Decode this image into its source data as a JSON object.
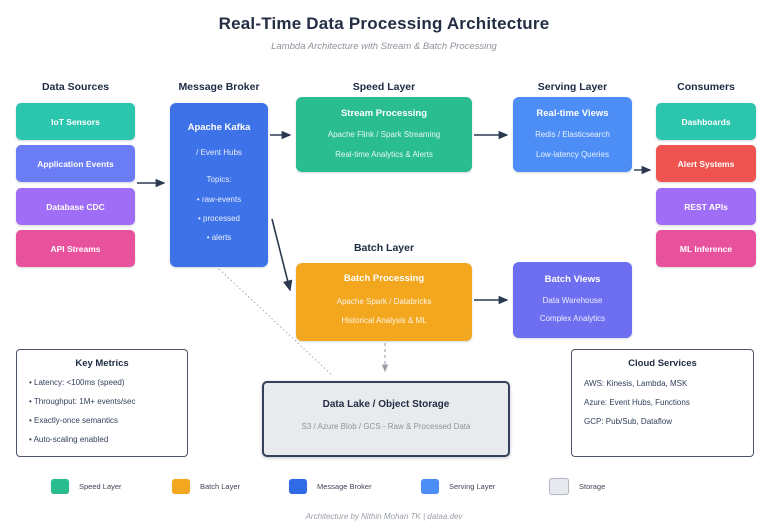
{
  "title": "Real-Time Data Processing Architecture",
  "subtitle": "Lambda Architecture with Stream & Batch Processing",
  "footer": "Architecture by Nithin Mohan TK | dataa.dev",
  "colors": {
    "teal": "#2cc5ae",
    "violet": "#6b7cf7",
    "purple": "#a06df6",
    "pink": "#e8519c",
    "red": "#ef5350",
    "broker_blue": "#3d72e8",
    "speed_green": "#2abd8f",
    "serving_blue": "#4c8df6",
    "batch_orange": "#f3a71f",
    "views_indigo": "#6d6ff0",
    "storage_gray": "#e8eaee",
    "ink": "#22304a"
  },
  "data_sources": {
    "header": "Data Sources",
    "items": [
      {
        "label": "IoT Sensors"
      },
      {
        "label": "Application Events"
      },
      {
        "label": "Database CDC"
      },
      {
        "label": "API Streams"
      }
    ]
  },
  "message_broker": {
    "header": "Message Broker",
    "title": "Apache Kafka",
    "lines": [
      "/ Event Hubs",
      "Topics:",
      "• raw-events",
      "• processed",
      "• alerts"
    ]
  },
  "speed_layer": {
    "header": "Speed Layer",
    "title": "Stream Processing",
    "lines": [
      "Apache Flink / Spark Streaming",
      "Real-time Analytics & Alerts"
    ]
  },
  "serving_layer": {
    "header": "Serving Layer",
    "title": "Real-time Views",
    "lines": [
      "Redis / Elasticsearch",
      "Low-latency Queries"
    ]
  },
  "batch_layer": {
    "header": "Batch Layer",
    "title": "Batch Processing",
    "lines": [
      "Apache Spark / Databricks",
      "Historical Analysis & ML"
    ]
  },
  "batch_views": {
    "title": "Batch Views",
    "lines": [
      "Data Warehouse",
      "Complex Analytics"
    ]
  },
  "consumers": {
    "header": "Consumers",
    "items": [
      {
        "label": "Dashboards"
      },
      {
        "label": "Alert Systems"
      },
      {
        "label": "REST APIs"
      },
      {
        "label": "ML Inference"
      }
    ]
  },
  "key_metrics": {
    "title": "Key Metrics",
    "items": [
      "• Latency: <100ms (speed)",
      "• Throughput: 1M+ events/sec",
      "• Exactly-once semantics",
      "• Auto-scaling enabled"
    ]
  },
  "data_lake": {
    "title": "Data Lake / Object Storage",
    "subtitle": "S3 / Azure Blob / GCS - Raw & Processed Data"
  },
  "cloud_services": {
    "title": "Cloud Services",
    "items": [
      "AWS: Kinesis, Lambda, MSK",
      "Azure: Event Hubs, Functions",
      "GCP: Pub/Sub, Dataflow"
    ]
  },
  "legend": [
    {
      "label": "Speed Layer",
      "color": "#2abd8f"
    },
    {
      "label": "Batch Layer",
      "color": "#f3a71f"
    },
    {
      "label": "Message Broker",
      "color": "#2f6be6"
    },
    {
      "label": "Serving Layer",
      "color": "#4c8df6"
    },
    {
      "label": "Storage",
      "color": "#e6e9ed"
    }
  ],
  "edges": [
    {
      "from": "Data Sources",
      "to": "Apache Kafka",
      "style": "solid"
    },
    {
      "from": "Apache Kafka",
      "to": "Stream Processing",
      "style": "solid"
    },
    {
      "from": "Apache Kafka",
      "to": "Batch Processing",
      "style": "solid"
    },
    {
      "from": "Apache Kafka",
      "to": "Data Lake / Object Storage",
      "style": "dotted"
    },
    {
      "from": "Stream Processing",
      "to": "Real-time Views",
      "style": "solid"
    },
    {
      "from": "Real-time Views",
      "to": "Alert Systems",
      "style": "solid"
    },
    {
      "from": "Batch Processing",
      "to": "Batch Views",
      "style": "solid"
    },
    {
      "from": "Batch Processing",
      "to": "Data Lake / Object Storage",
      "style": "dashed"
    }
  ]
}
